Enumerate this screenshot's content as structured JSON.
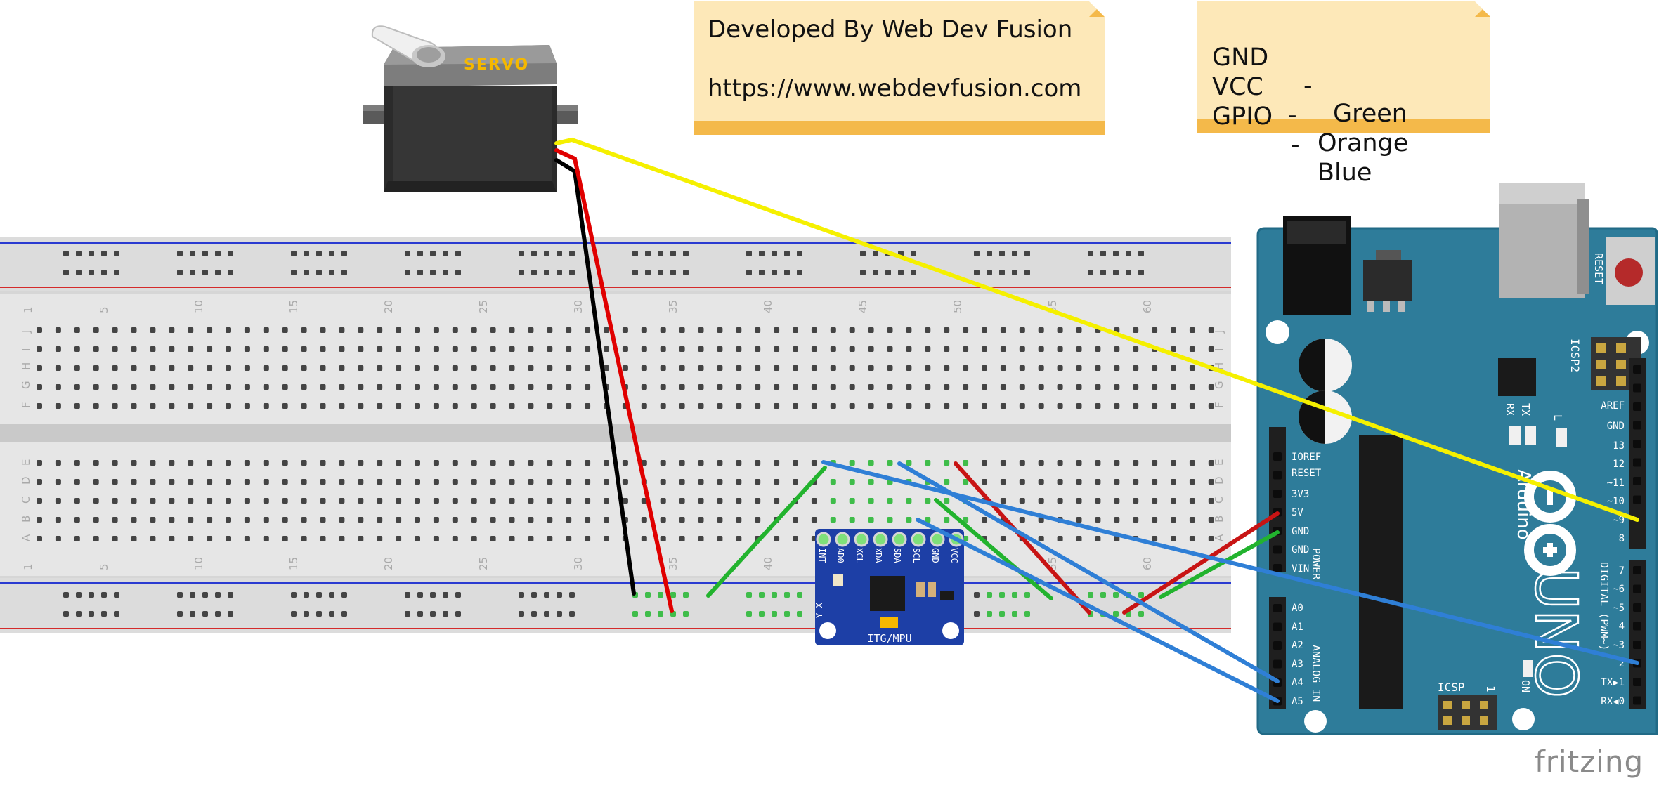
{
  "notes": {
    "developer": {
      "line1": "Developed By Web Dev Fusion",
      "line2": "https://www.webdevfusion.com"
    },
    "wiring_legend": {
      "rows": [
        {
          "signal": "GND",
          "sep": "-",
          "color": "Green"
        },
        {
          "signal": "VCC",
          "sep": "-",
          "color": "Orange"
        },
        {
          "signal": "GPIO",
          "sep": "-",
          "color": "Blue"
        }
      ]
    }
  },
  "servo": {
    "label": "SERVO"
  },
  "breadboard": {
    "column_numbers": [
      "1",
      "5",
      "10",
      "15",
      "20",
      "25",
      "30",
      "35",
      "40",
      "45",
      "50",
      "55",
      "60"
    ],
    "row_letters_top": [
      "J",
      "I",
      "H",
      "G",
      "F"
    ],
    "row_letters_bottom": [
      "E",
      "D",
      "C",
      "B",
      "A"
    ]
  },
  "mpu_module": {
    "pins": [
      "INT",
      "AD0",
      "XCL",
      "XDA",
      "SDA",
      "SCL",
      "GND",
      "VCC"
    ],
    "label": "ITG/MPU",
    "axes": "Y X"
  },
  "arduino": {
    "brand": "Arduino",
    "model": "UNO",
    "labels": {
      "reset": "RESET",
      "icsp2": "ICSP2",
      "icsp": "ICSP",
      "icsp_pin": "1",
      "tx": "TX",
      "rx": "RX",
      "l": "L",
      "on": "ON",
      "digital": "DIGITAL (PWM~)",
      "analog": "ANALOG IN",
      "power": "POWER"
    },
    "power_pins": [
      "IOREF",
      "RESET",
      "3V3",
      "5V",
      "GND",
      "GND",
      "VIN"
    ],
    "analog_pins": [
      "A0",
      "A1",
      "A2",
      "A3",
      "A4",
      "A5"
    ],
    "digital_pins_top": [
      "AREF",
      "GND",
      "13",
      "12",
      "~11",
      "~10",
      "~9",
      "8"
    ],
    "digital_pins_bottom": [
      "7",
      "~6",
      "~5",
      "4",
      "~3",
      "2",
      "TX▶1",
      "RX◀0"
    ]
  },
  "wire_colors": {
    "servo_gnd": "#000000",
    "servo_vcc": "#e00000",
    "servo_signal": "#f5f000",
    "gnd": "#22b32e",
    "vcc": "#c81414",
    "gpio": "#2f7fd6"
  },
  "watermark": "fritzing"
}
